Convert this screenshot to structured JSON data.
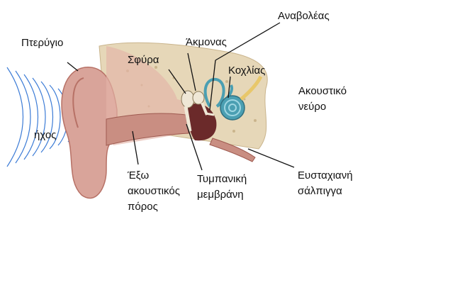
{
  "diagram": {
    "labels": {
      "pinna": "Πτερύγιο",
      "sound": "ήχος",
      "malleus": "Σφύρα",
      "incus": "Άκμονας",
      "stapes": "Αναβολέας",
      "cochlea": "Κοχλίας",
      "auditory_nerve": [
        "Ακουστικό",
        "νεύρο"
      ],
      "outer_canal": [
        "Έξω",
        "ακουστικός",
        "πόρος"
      ],
      "eardrum": [
        "Τυμπανική",
        "μεμβράνη"
      ],
      "eustachian": [
        "Ευσταχιανή",
        "σάλπιγγα"
      ]
    }
  },
  "colors": {
    "skin": "#d9a49a",
    "skin_dark": "#b77166",
    "bone": "#e6d7b8",
    "sound_waves": "#3b7bd6",
    "cochlea": "#4b9fb2",
    "nerve": "#e8c76a",
    "cavity": "#6b2a2a"
  }
}
